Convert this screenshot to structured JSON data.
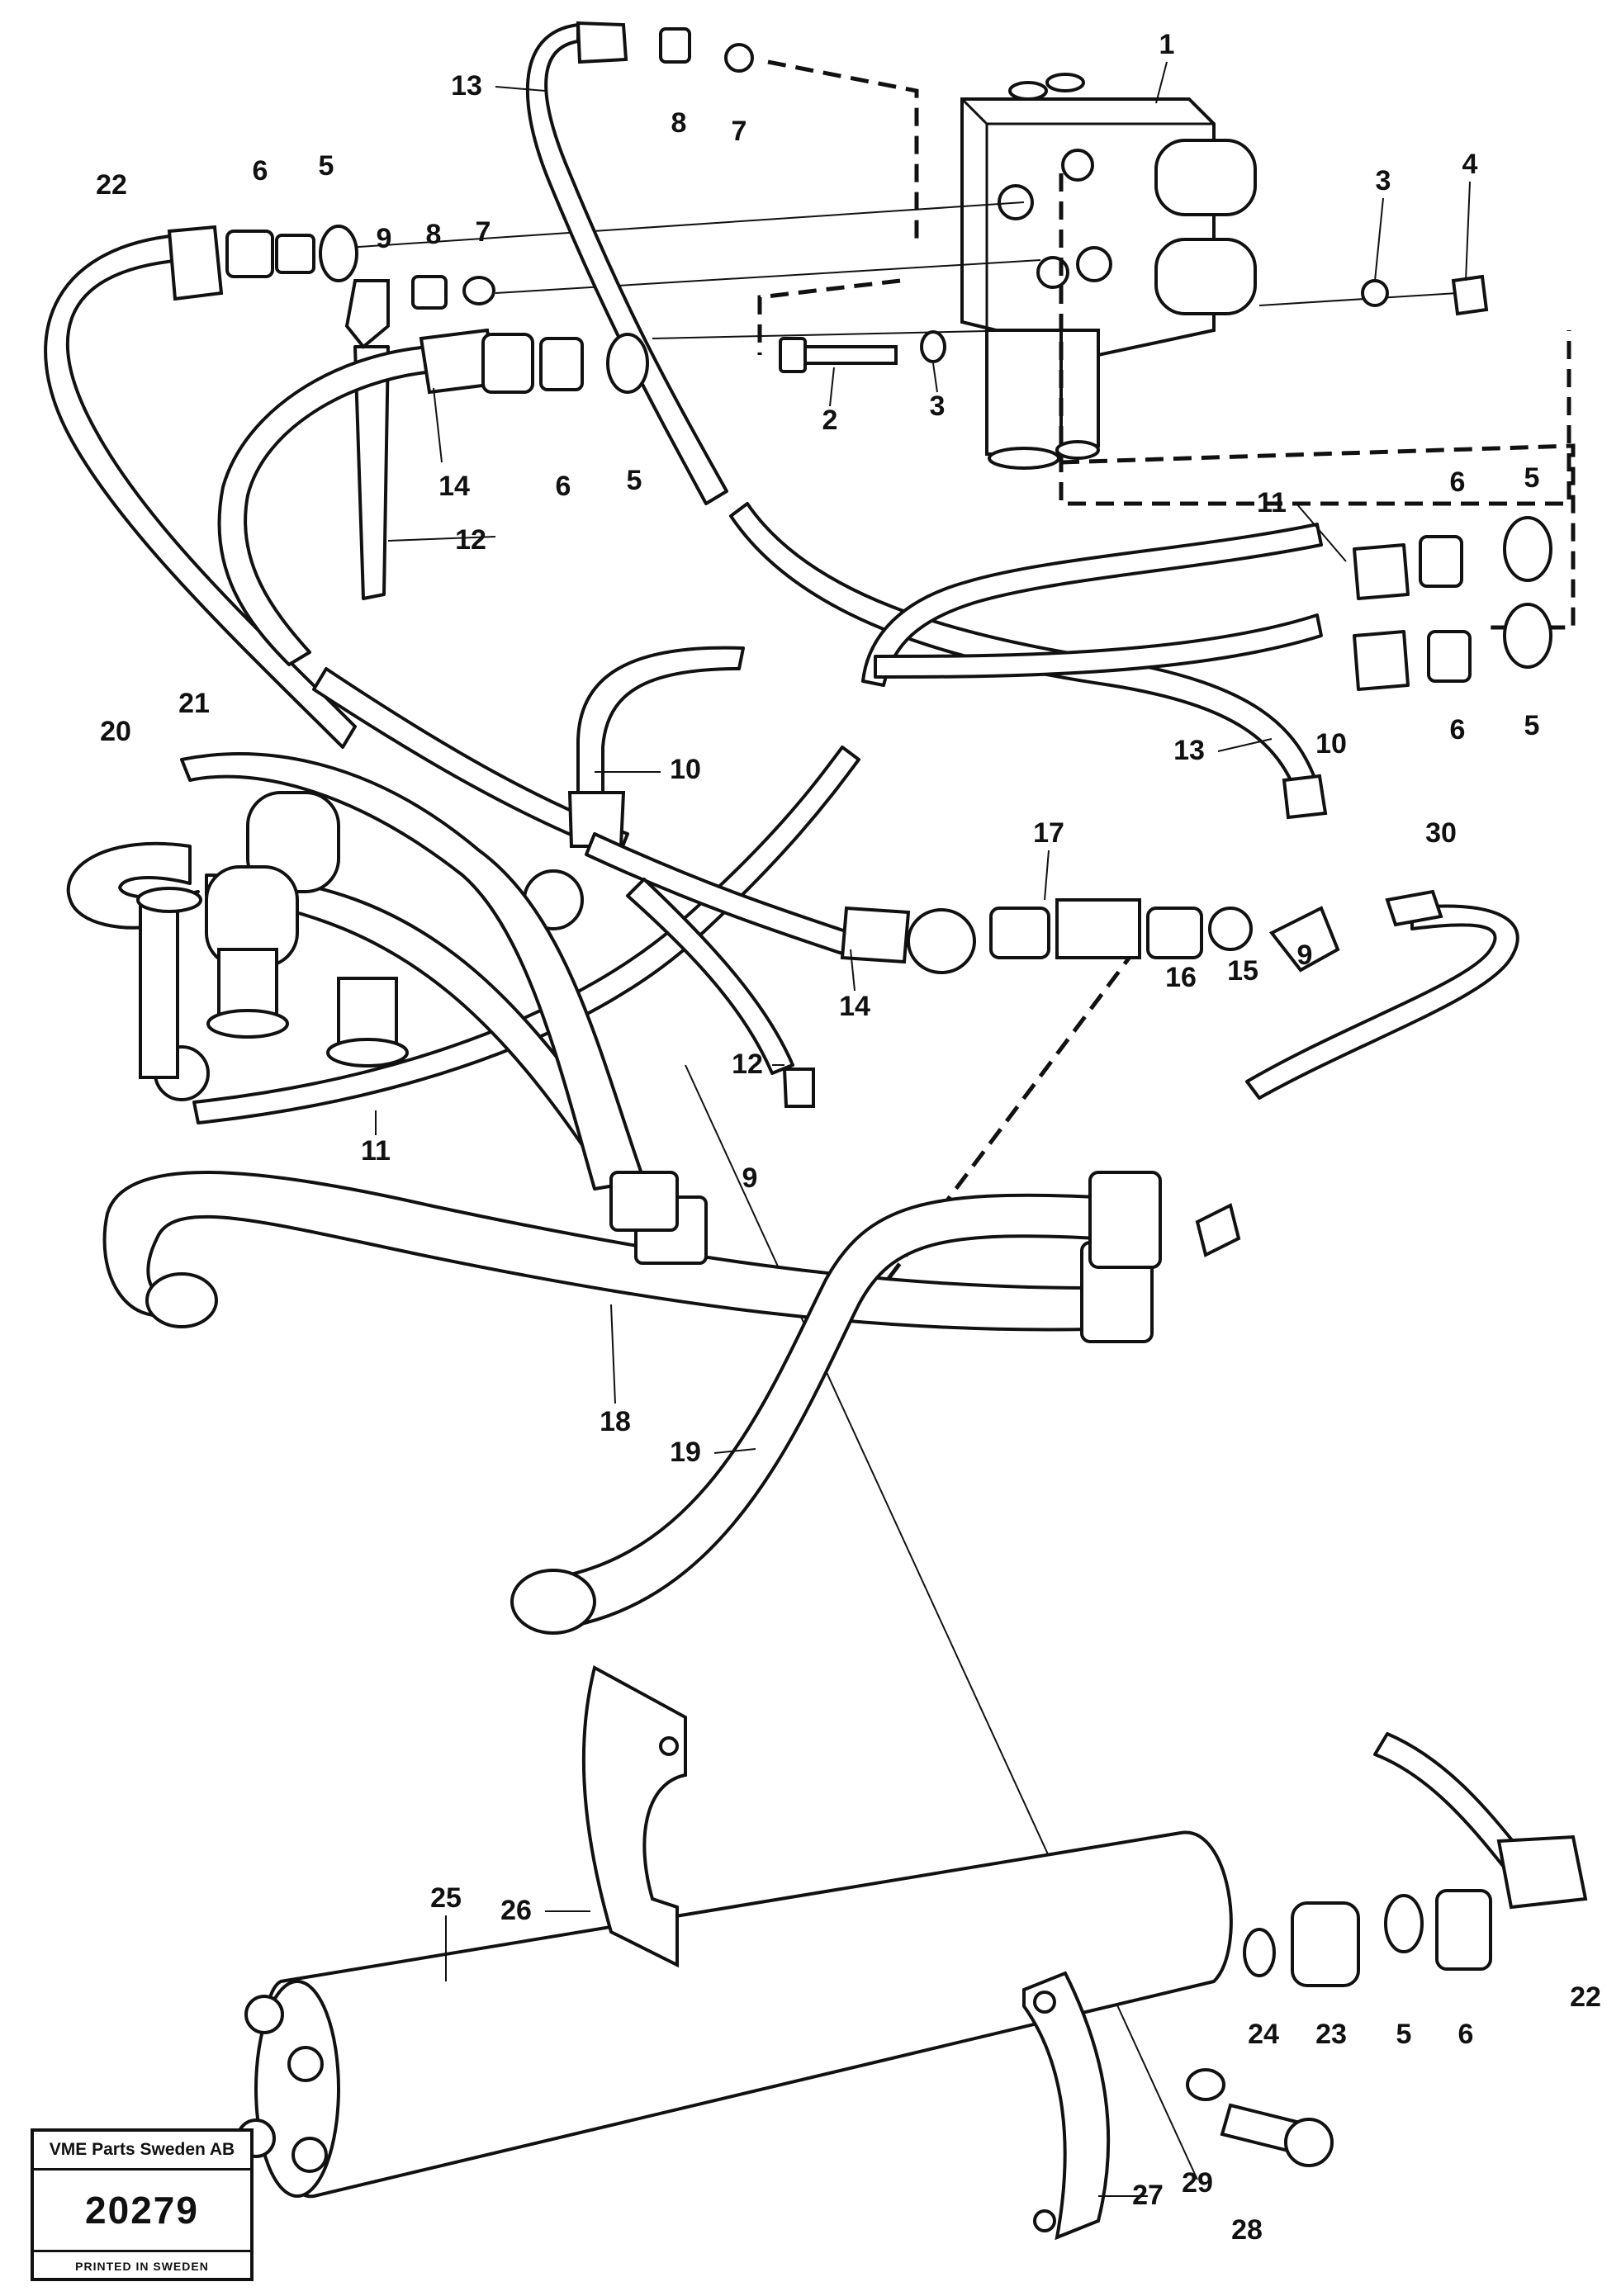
{
  "labels": {
    "l1": "1",
    "l2": "2",
    "l3a": "3",
    "l3b": "3",
    "l4": "4",
    "l5a": "5",
    "l5b": "5",
    "l5c": "5",
    "l5d": "5",
    "l5e": "5",
    "l6a": "6",
    "l6b": "6",
    "l6c": "6",
    "l6d": "6",
    "l7a": "7",
    "l7b": "7",
    "l8a": "8",
    "l8b": "8",
    "l9a": "9",
    "l9b": "9",
    "l9c": "9",
    "l10a": "10",
    "l10b": "10",
    "l11a": "11",
    "l11b": "11",
    "l12a": "12",
    "l12b": "12",
    "l13a": "13",
    "l13b": "13",
    "l14a": "14",
    "l14b": "14",
    "l15": "15",
    "l16": "16",
    "l17": "17",
    "l18": "18",
    "l19": "19",
    "l20": "20",
    "l21": "21",
    "l22a": "22",
    "l22b": "22",
    "l23": "23",
    "l24": "24",
    "l25": "25",
    "l26": "26",
    "l27": "27",
    "l28": "28",
    "l29": "29",
    "l30": "30"
  },
  "badge": {
    "company": "VME Parts Sweden AB",
    "number": "20279",
    "printed": "PRINTED IN SWEDEN"
  }
}
